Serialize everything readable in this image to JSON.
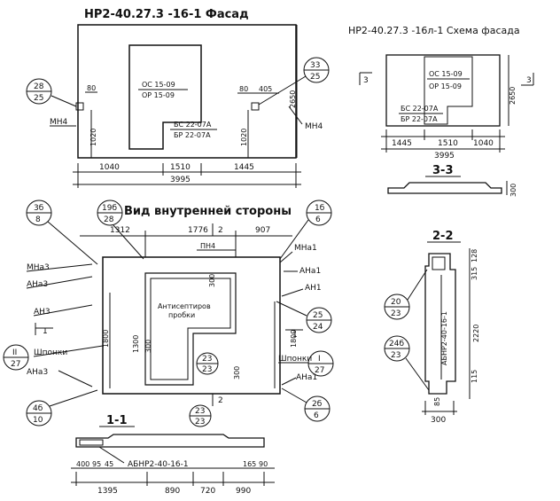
{
  "facade": {
    "title": "НР2-40.27.3 -16-1 Фасад",
    "window_line1": "ОС 15-09",
    "window_line2": "ОР 15-09",
    "door_line1": "БС 22-07А",
    "door_line2": "БР 22-07А",
    "left_callout_top": "28",
    "left_callout_bottom": "25",
    "right_callout_top": "33",
    "right_callout_bottom": "25",
    "left_mark": "МН4",
    "right_mark": "МН4",
    "dim_80": "80",
    "dim_1020_left": "1020",
    "dim_80_right": "80",
    "dim_405": "405",
    "dim_1020_right": "1020",
    "dim_2650": "2650",
    "dim_1040": "1040",
    "dim_1510": "1510",
    "dim_1445": "1445",
    "dim_3995": "3995"
  },
  "scheme": {
    "title": "НР2-40.27.3 -16л-1 Схема фасада",
    "window_line1": "ОС 15-09",
    "window_line2": "ОР 15-09",
    "door_line1": "БС 22-07А",
    "door_line2": "БР 22-07А",
    "left_section": "3",
    "right_section": "3",
    "dim_2650": "2650",
    "dim_1445": "1445",
    "dim_1510": "1510",
    "dim_1040": "1040",
    "dim_3995": "3995"
  },
  "section33": {
    "title": "3-3",
    "dim_300": "300"
  },
  "interior": {
    "title": "Вид внутренней стороны",
    "callout_tl_top": "3б",
    "callout_tl_bottom": "8",
    "callout_tm_top": "19б",
    "callout_tm_bottom": "28",
    "callout_tr_top": "1б",
    "callout_tr_bottom": "6",
    "dim_1312": "1312",
    "dim_1776": "1776",
    "dim_907": "907",
    "section_top": "2",
    "pn4": "ПН4",
    "mna3": "МНа3",
    "ana3_top": "АНа3",
    "an3": "АН3",
    "sec1_left": "1",
    "callout_l_top": "II",
    "callout_l_bottom": "27",
    "shponki_left": "Шпонки",
    "ana3_bottom": "АНа3",
    "callout_bl_top": "4б",
    "callout_bl_bottom": "10",
    "mna1": "МНа1",
    "ana1_top": "АНа1",
    "an1": "АН1",
    "callout_r1_top": "25",
    "callout_r1_bottom": "24",
    "sec1_right": "1",
    "callout_r2_top": "I",
    "callout_r2_bottom": "27",
    "shponki_right": "Шпонки",
    "ana1_bottom": "АНа1",
    "callout_br_top": "2б",
    "callout_br_bottom": "6",
    "antisept_line1": "Антисептиров",
    "antisept_line2": "пробки",
    "callout_c_top": "23",
    "callout_c_bottom": "23",
    "dim_1800_left": "1800",
    "dim_1800_right": "1800",
    "dim_300_a": "300",
    "dim_300_b": "300",
    "dim_300_c": "300",
    "dim_1300": "1300",
    "section_bottom": "2"
  },
  "section11": {
    "title": "1-1",
    "callout_top": "23",
    "callout_bottom": "23",
    "label": "АБНР2-40-16-1",
    "dim_400": "400",
    "dim_95": "95",
    "dim_45": "45",
    "dim_165": "165",
    "dim_90": "90",
    "dim_1395": "1395",
    "dim_890": "890",
    "dim_720": "720",
    "dim_990": "990"
  },
  "section22": {
    "title": "2-2",
    "label": "АБНР2-40-16-1",
    "callout_1_top": "20",
    "callout_1_bottom": "23",
    "callout_2_top": "24б",
    "callout_2_bottom": "23",
    "dim_128": "128",
    "dim_315": "315",
    "dim_2220": "2220",
    "dim_115": "115",
    "dim_85": "85",
    "dim_300": "300"
  }
}
